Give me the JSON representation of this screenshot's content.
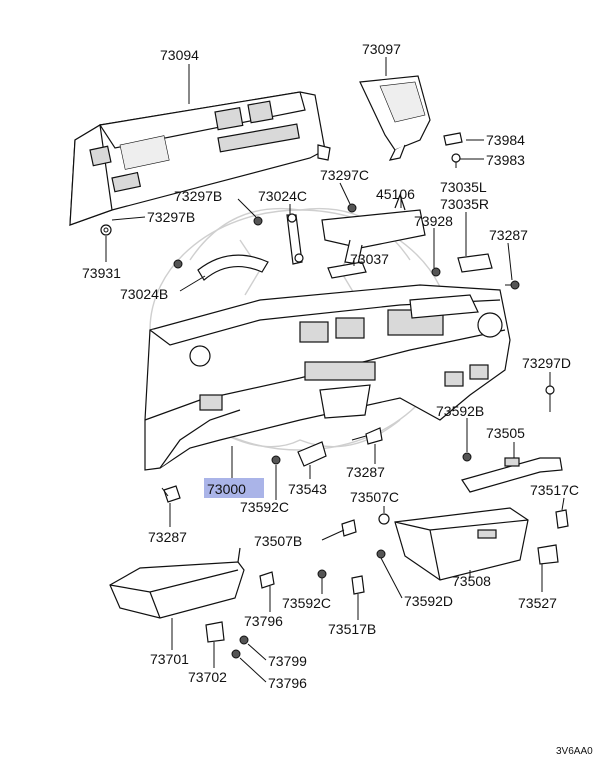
{
  "diagram": {
    "highlight_color": "#aab4e8",
    "drawing_code": "3V6AA0",
    "labels": {
      "l73094": "73094",
      "l73097": "73097",
      "l73984": "73984",
      "l73983": "73983",
      "l73297C": "73297C",
      "l45106": "45106",
      "l73035L": "73035L",
      "l73035R": "73035R",
      "l73297B_a": "73297B",
      "l73024C": "73024C",
      "l73297B_b": "73297B",
      "l73928": "73928",
      "l73287_a": "73287",
      "l73931": "73931",
      "l73037": "73037",
      "l73024B": "73024B",
      "l73297D": "73297D",
      "l73592B": "73592B",
      "l73505": "73505",
      "l73287_b": "73287",
      "l73000": "73000",
      "l73543": "73543",
      "l73592C_a": "73592C",
      "l73507C": "73507C",
      "l73517C": "73517C",
      "l73287_c": "73287",
      "l73507B": "73507B",
      "l73508": "73508",
      "l73527": "73527",
      "l73592D": "73592D",
      "l73592C_b": "73592C",
      "l73796_a": "73796",
      "l73517B": "73517B",
      "l73701": "73701",
      "l73799": "73799",
      "l73702": "73702",
      "l73796_b": "73796"
    }
  }
}
